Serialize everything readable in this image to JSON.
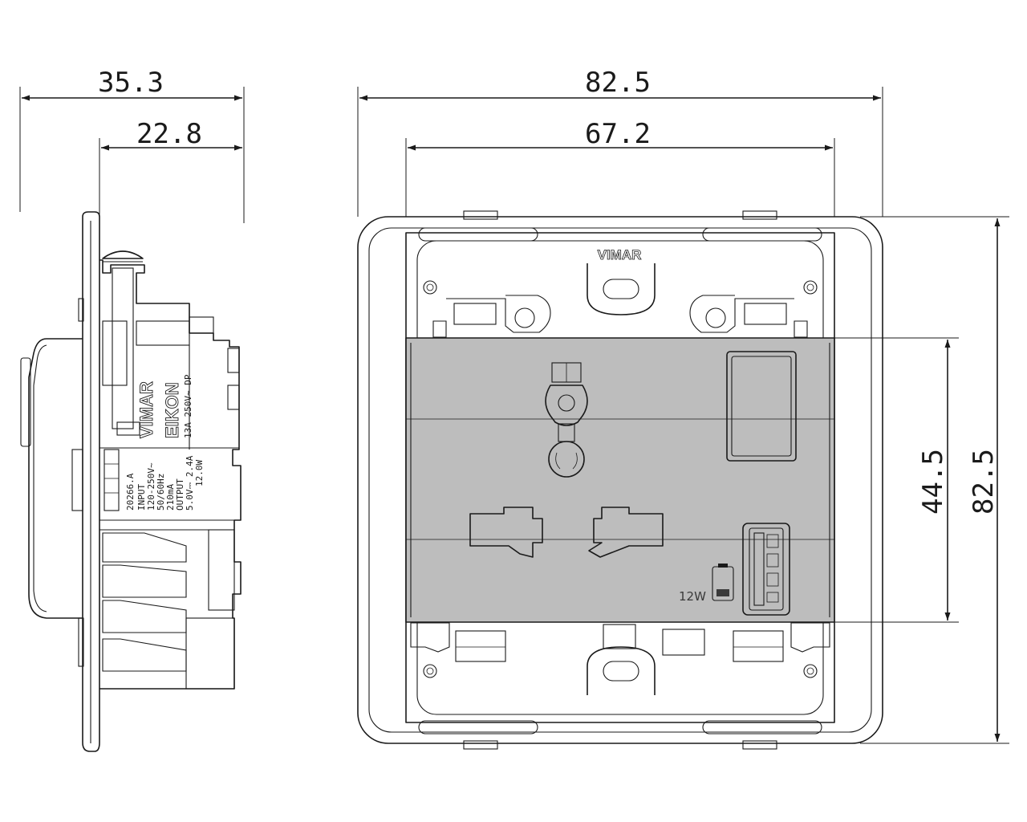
{
  "dimensions": {
    "side_overall_depth": "35.3",
    "side_module_depth": "22.8",
    "front_overall_width": "82.5",
    "front_inner_width": "67.2",
    "front_module_height": "44.5",
    "front_overall_height": "82.5"
  },
  "brand": "VIMAR",
  "usb_power_label": "12W",
  "side_markings": {
    "series": "EIKON",
    "brand": "VIMAR",
    "rating": "13A 250V~ DP",
    "code": "20266.A",
    "input_title": "INPUT",
    "input_voltage": "120-250V~",
    "input_freq": "50/60Hz",
    "input_current": "210mA",
    "output_title": "OUTPUT",
    "output_value": "5.0V⎓ 2.4A",
    "output_power": "12.0W"
  },
  "colors": {
    "line": "#1a1a1a",
    "face_fill": "#bdbdbd",
    "background": "#ffffff"
  }
}
